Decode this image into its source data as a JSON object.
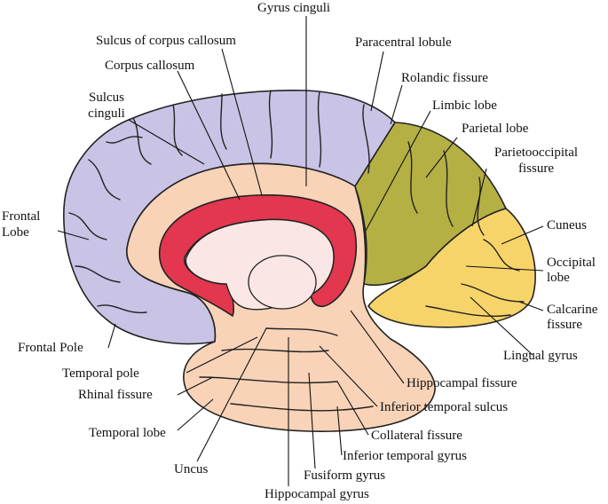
{
  "labels": {
    "gyrus_cinguli": "Gyrus cinguli",
    "sulcus_corpus_callosum": "Sulcus of corpus callosum",
    "corpus_callosum": "Corpus callosum",
    "sulcus_cinguli_1": "Sulcus",
    "sulcus_cinguli_2": "cinguli",
    "paracentral_lobule": "Paracentral lobule",
    "rolandic_fissure": "Rolandic fissure",
    "limbic_lobe": "Limbic lobe",
    "parietal_lobe": "Parietal lobe",
    "parietooccipital_1": "Parietooccipital",
    "parietooccipital_2": "fissure",
    "frontal_lobe_1": "Frontal",
    "frontal_lobe_2": "Lobe",
    "cuneus": "Cuneus",
    "occipital_lobe_1": "Occipital",
    "occipital_lobe_2": "lobe",
    "calcarine_1": "Calcarine",
    "calcarine_2": "fissure",
    "frontal_pole": "Frontal Pole",
    "lingual_gyrus": "Lingual gyrus",
    "temporal_pole": "Temporal pole",
    "rhinal_fissure": "Rhinal fissure",
    "hippocampal_fissure": "Hippocampal fissure",
    "inferior_temporal_sulcus": "Inferior temporal sulcus",
    "temporal_lobe": "Temporal lobe",
    "collateral_fissure": "Collateral fissure",
    "inferior_temporal_gyrus": "Inferior temporal gyrus",
    "uncus": "Uncus",
    "fusiform_gyrus": "Fusiform gyrus",
    "hippocampal_gyrus": "Hippocampal gyrus"
  },
  "colors": {
    "frontal": "#c9c3e6",
    "parietal": "#b4b044",
    "occipital": "#f7d46a",
    "limbic": "#f8d3b7",
    "corpus_callosum": "#e2374f",
    "thalamus": "#fbe6e6",
    "outline": "#222222"
  }
}
